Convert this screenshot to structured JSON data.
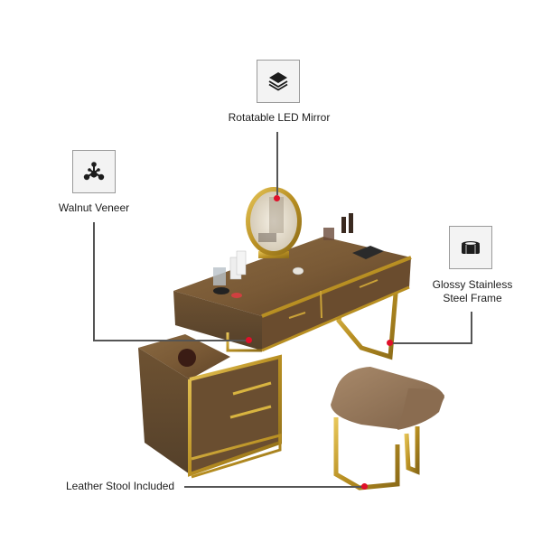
{
  "features": [
    {
      "id": "mirror",
      "label": "Rotatable LED Mirror",
      "icon": "layers-icon"
    },
    {
      "id": "veneer",
      "label": "Walnut Veneer",
      "icon": "molecule-icon"
    },
    {
      "id": "frame",
      "label_line1": "Glossy Stainless",
      "label_line2": "Steel Frame",
      "icon": "hex-nut-icon"
    },
    {
      "id": "stool",
      "label": "Leather Stool Included"
    }
  ],
  "colors": {
    "callout_line": "#555555",
    "callout_dot": "#e0102a",
    "wood": "#7a5a36",
    "gold": "#c9a22a",
    "leather": "#9a7a58",
    "icon_box_border": "#9a9a9a",
    "icon_box_fill": "#f3f3f3"
  }
}
